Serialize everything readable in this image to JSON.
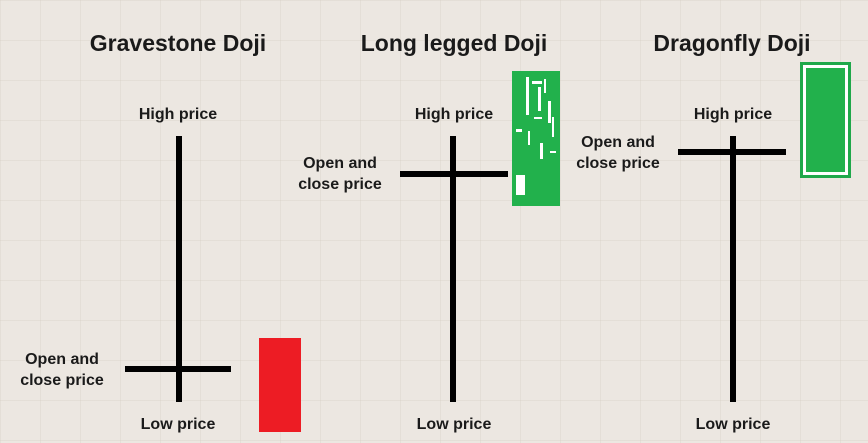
{
  "panels": [
    {
      "title": "Gravestone Doji",
      "high_label": "High price",
      "open_close_label_line1": "Open and",
      "open_close_label_line2": "close price",
      "low_label": "Low price",
      "swatch_color": "#ed1c24"
    },
    {
      "title": "Long legged Doji",
      "high_label": "High price",
      "open_close_label_line1": "Open and",
      "open_close_label_line2": "close price",
      "low_label": "Low price",
      "swatch_color": "#22b14c"
    },
    {
      "title": "Dragonfly Doji",
      "high_label": "High price",
      "open_close_label_line1": "Open and",
      "open_close_label_line2": "close price",
      "low_label": "Low price",
      "swatch_color": "#22b14c"
    }
  ],
  "colors": {
    "background": "#ece7e1",
    "candle_line": "#000000",
    "bearish": "#ed1c24",
    "bullish": "#22b14c"
  }
}
